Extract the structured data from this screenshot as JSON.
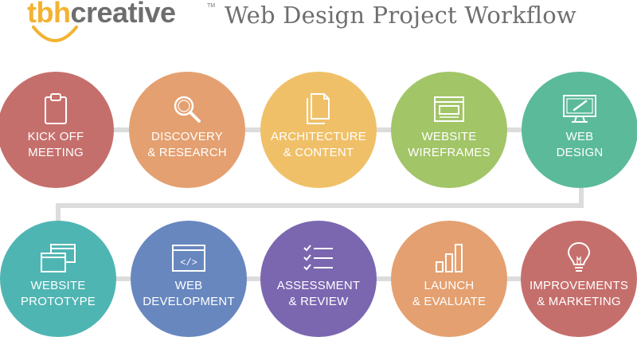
{
  "brand": {
    "tbh": "tbh",
    "creative": "creative",
    "tm": "TM"
  },
  "title": "Web Design Project Workflow",
  "steps": [
    {
      "line1": "KICK OFF",
      "line2": "MEETING",
      "icon": "clipboard-icon",
      "color": "#c56f6c"
    },
    {
      "line1": "DISCOVERY",
      "line2": "& RESEARCH",
      "icon": "magnifier-icon",
      "color": "#e4a070"
    },
    {
      "line1": "ARCHITECTURE",
      "line2": "& CONTENT",
      "icon": "documents-icon",
      "color": "#f0c068"
    },
    {
      "line1": "WEBSITE",
      "line2": "WIREFRAMES",
      "icon": "wireframe-icon",
      "color": "#a2c567"
    },
    {
      "line1": "WEB",
      "line2": "DESIGN",
      "icon": "monitor-pen-icon",
      "color": "#5bba9a"
    },
    {
      "line1": "WEBSITE",
      "line2": "PROTOTYPE",
      "icon": "windows-icon",
      "color": "#4fb5b3"
    },
    {
      "line1": "WEB",
      "line2": "DEVELOPMENT",
      "icon": "code-window-icon",
      "color": "#6887bf"
    },
    {
      "line1": "ASSESSMENT",
      "line2": "& REVIEW",
      "icon": "checklist-icon",
      "color": "#7b66b0"
    },
    {
      "line1": "LAUNCH",
      "line2": "& EVALUATE",
      "icon": "bar-chart-icon",
      "color": "#e4a070"
    },
    {
      "line1": "IMPROVEMENTS",
      "line2": "& MARKETING",
      "icon": "lightbulb-icon",
      "color": "#c56f6c"
    }
  ]
}
